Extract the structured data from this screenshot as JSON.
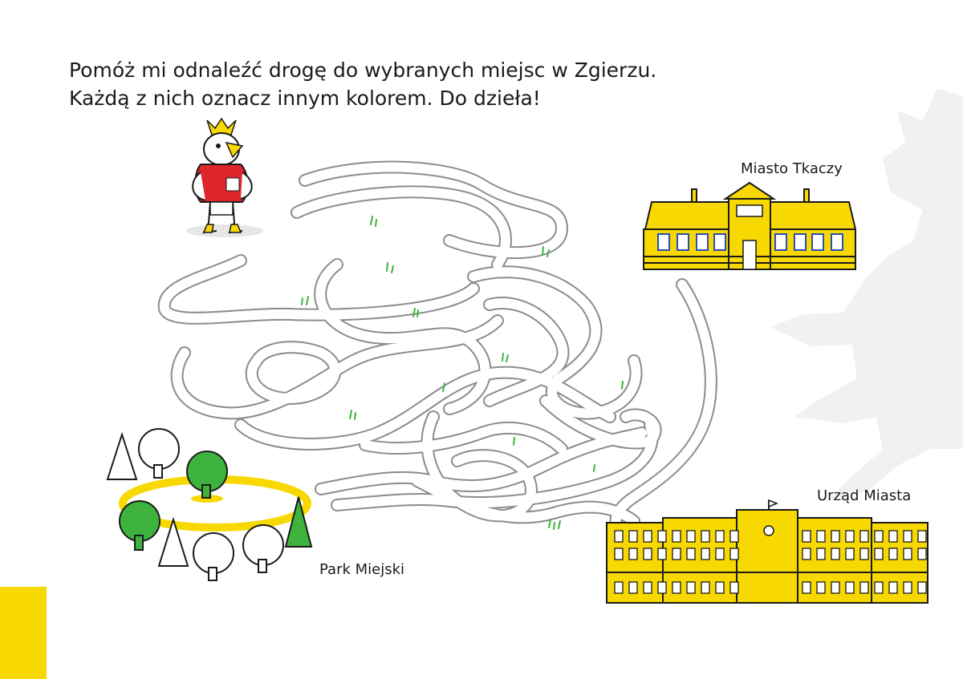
{
  "instructions": {
    "line1": "Pomóż mi odnaleźć drogę do wybranych miejsc w Zgierzu.",
    "line2": "Każdą z nich oznacz innym kolorem. Do dzieła!"
  },
  "destinations": {
    "miasto_tkaczy": "Miasto Tkaczy",
    "urzad_miasta": "Urząd Miasta",
    "park_miejski": "Park Miejski"
  },
  "colors": {
    "accent_yellow": "#f7d800",
    "outline": "#1a1a1a",
    "tree_green": "#3db33d",
    "path_gray": "#9a9a9a",
    "watermark": "#f1f1f1",
    "window_blue": "#2a4fb5"
  },
  "icons": {
    "mascot": "eagle-mascot-icon",
    "watermark": "eagle-coat-of-arms-icon"
  }
}
